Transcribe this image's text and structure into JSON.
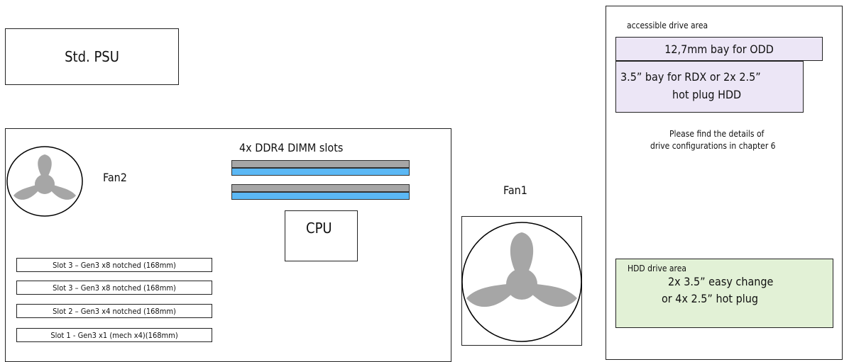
{
  "psu": {
    "label": "Std. PSU"
  },
  "board": {
    "fan2": {
      "label": "Fan2"
    },
    "dimm": {
      "label": "4x DDR4 DIMM slots"
    },
    "cpu": {
      "label": "CPU"
    },
    "slots": [
      "Slot 3 – Gen3 x8 notched  (168mm)",
      "Slot 3 – Gen3 x8 notched (168mm)",
      "Slot 2 – Gen3 x4 notched (168mm)",
      "Slot 1 - Gen3 x1 (mech x4)(168mm)"
    ]
  },
  "fan1": {
    "label": "Fan1"
  },
  "drive_panel": {
    "accessible_label": "accessible drive area",
    "odd_bay": "12,7mm bay for ODD",
    "rdx_bay_line1": "3.5” bay for RDX or  2x 2.5”",
    "rdx_bay_line2": "hot plug HDD",
    "note_line1": "Please find the details of",
    "note_line2": "drive configurations in chapter 6",
    "hdd_area_label": "HDD drive area",
    "hdd_line1": "2x 3.5” easy change",
    "hdd_line2": "or    4x 2.5” hot plug"
  },
  "colors": {
    "fan_blade": "#a6a6a6",
    "dimm_grey": "#a6a6a6",
    "dimm_blue": "#5bb8f5",
    "drive_bay": "#ece6f6",
    "hdd_area": "#e2f1d6"
  }
}
